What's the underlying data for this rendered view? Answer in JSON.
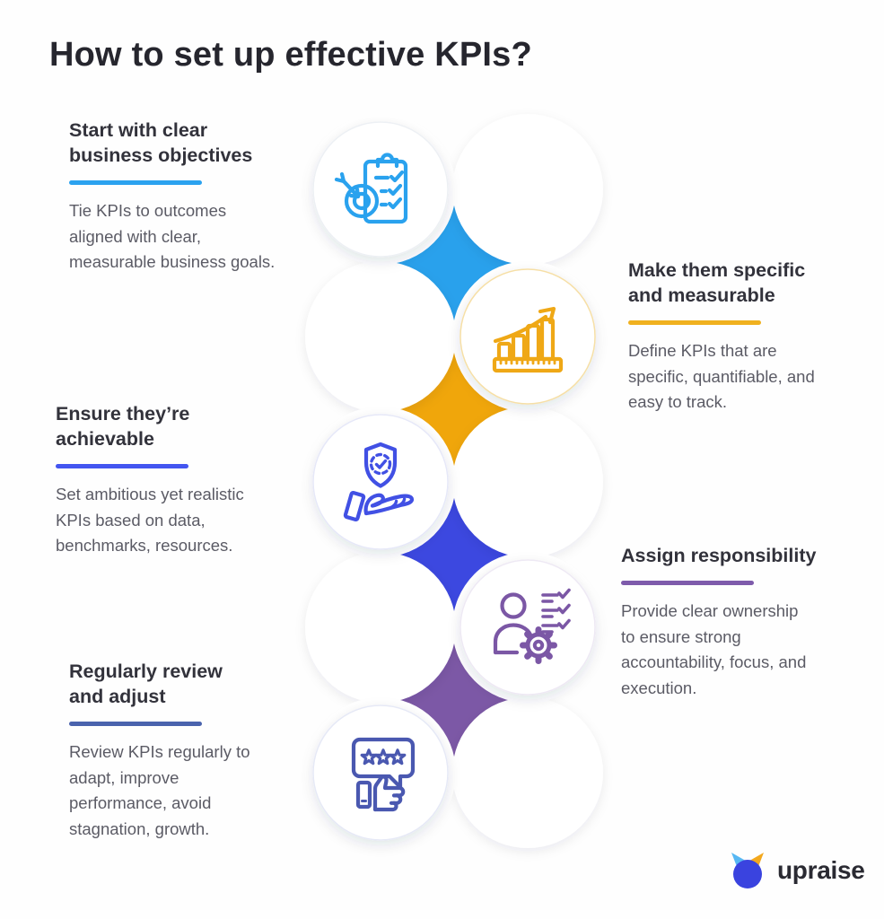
{
  "title": "How to set up effective KPIs?",
  "steps": [
    {
      "title": "Start with clear\nbusiness objectives",
      "body": "Tie KPIs to outcomes\naligned with clear,\nmeasurable business goals.",
      "accent": "#2BA2EF",
      "icon": "target-clipboard-icon",
      "side": "left"
    },
    {
      "title": "Make them specific\nand measurable",
      "body": "Define KPIs that are\nspecific, quantifiable, and\neasy to track.",
      "accent": "#F0B11F",
      "icon": "growth-chart-icon",
      "side": "right"
    },
    {
      "title": "Ensure they’re\nachievable",
      "body": "Set ambitious yet realistic\nKPIs based on data,\nbenchmarks, resources.",
      "accent": "#4355F0",
      "icon": "shield-hand-icon",
      "side": "left"
    },
    {
      "title": "Assign responsibility",
      "body": "Provide clear ownership\nto ensure strong\naccountability, focus, and\nexecution.",
      "accent": "#7E5BAB",
      "icon": "person-gear-checklist-icon",
      "side": "right"
    },
    {
      "title": "Regularly review\nand adjust",
      "body": "Review KPIs regularly to\nadapt, improve\nperformance, avoid\nstagnation, growth.",
      "accent": "#4A63AD",
      "icon": "stars-thumbs-up-icon",
      "side": "left"
    }
  ],
  "flow": {
    "node_fill": "#FFFFFF",
    "connectors": [
      {
        "from": 1,
        "to": 2,
        "color": "#29A1EC"
      },
      {
        "from": 2,
        "to": 3,
        "color": "#F0A60B"
      },
      {
        "from": 3,
        "to": 4,
        "color": "#3C48E0"
      },
      {
        "from": 4,
        "to": 5,
        "color": "#7C58A6"
      }
    ],
    "icon_colors": [
      "#2AA2EE",
      "#EFA816",
      "#4150E4",
      "#7B57A5",
      "#4A58B0"
    ]
  },
  "logo": {
    "wordmark": "upraise",
    "mark_colors": {
      "left_petal": "#56B7F3",
      "right_petal": "#F3A81E",
      "circle": "#3A43DF"
    },
    "text_color": "#2A2A32"
  }
}
